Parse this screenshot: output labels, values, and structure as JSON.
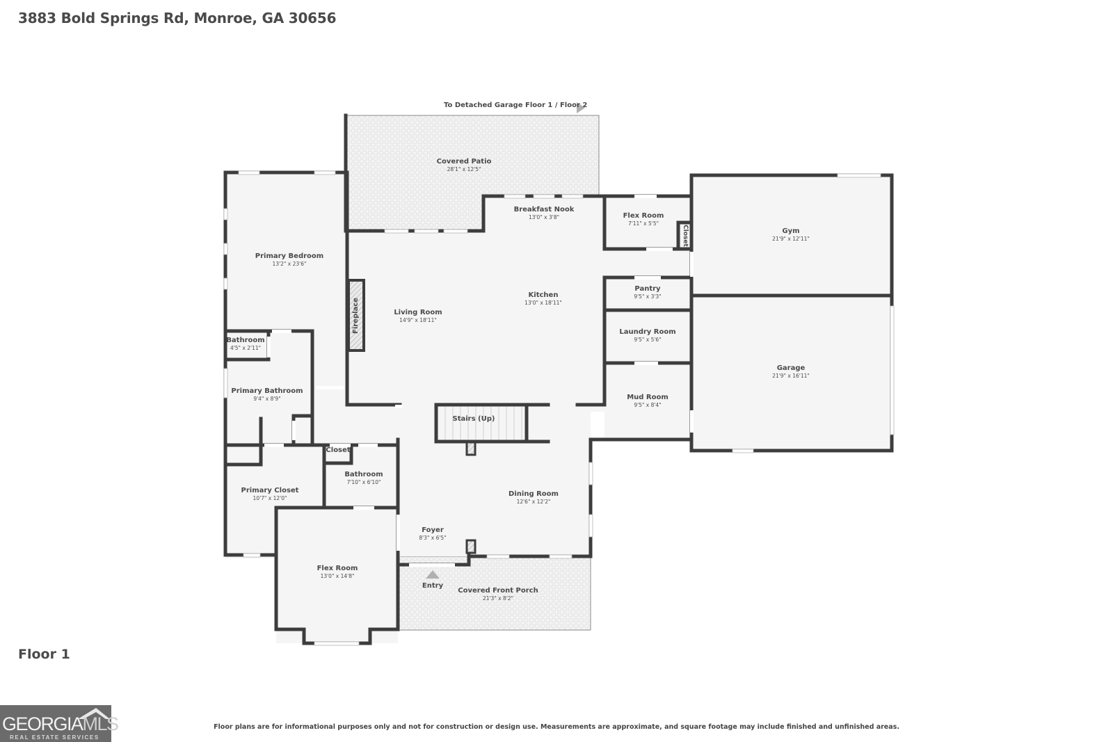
{
  "header": {
    "address": "3883 Bold Springs Rd, Monroe, GA 30656"
  },
  "floor": {
    "label": "Floor 1"
  },
  "link": {
    "garage": "To Detached Garage Floor 1 / Floor 2"
  },
  "footer": {
    "disclaimer": "Floor plans are for informational purposes only and not for construction or design use. Measurements are approximate, and square footage may include finished and unfinished areas.",
    "logo_main": "GEORGIA",
    "logo_accent": "MLS",
    "logo_sub": "REAL ESTATE SERVICES"
  },
  "rooms": {
    "covered_patio": {
      "name": "Covered Patio",
      "dim": "28'1\" x 12'5\""
    },
    "breakfast_nook": {
      "name": "Breakfast Nook",
      "dim": "13'0\" x 3'8\""
    },
    "flex_room_small": {
      "name": "Flex Room",
      "dim": "7'11\" x 5'5\""
    },
    "closet_small": {
      "name": "Closet"
    },
    "gym": {
      "name": "Gym",
      "dim": "21'9\" x 12'11\""
    },
    "primary_bedroom": {
      "name": "Primary Bedroom",
      "dim": "13'2\" x 23'6\""
    },
    "fireplace": {
      "name": "Fireplace"
    },
    "living_room": {
      "name": "Living Room",
      "dim": "14'9\" x 18'11\""
    },
    "kitchen": {
      "name": "Kitchen",
      "dim": "13'0\" x 18'11\""
    },
    "pantry": {
      "name": "Pantry",
      "dim": "9'5\" x 3'3\""
    },
    "laundry_room": {
      "name": "Laundry Room",
      "dim": "9'5\" x 5'6\""
    },
    "garage": {
      "name": "Garage",
      "dim": "21'9\" x 16'11\""
    },
    "bathroom_small": {
      "name": "Bathroom",
      "dim": "4'5\" x 2'11\""
    },
    "primary_bathroom": {
      "name": "Primary Bathroom",
      "dim": "9'4\" x 8'9\""
    },
    "mud_room": {
      "name": "Mud Room",
      "dim": "9'5\" x 8'4\""
    },
    "stairs": {
      "name": "Stairs (Up)"
    },
    "closet_hall": {
      "name": "Closet"
    },
    "bathroom": {
      "name": "Bathroom",
      "dim": "7'10\" x 6'10\""
    },
    "primary_closet": {
      "name": "Primary Closet",
      "dim": "10'7\" x 12'0\""
    },
    "dining_room": {
      "name": "Dining Room",
      "dim": "12'6\" x 12'2\""
    },
    "foyer": {
      "name": "Foyer",
      "dim": "8'3\" x 6'5\""
    },
    "flex_room": {
      "name": "Flex Room",
      "dim": "13'0\" x 14'8\""
    },
    "entry": {
      "name": "Entry"
    },
    "covered_front_porch": {
      "name": "Covered Front Porch",
      "dim": "21'3\" x 8'2\""
    }
  },
  "colors": {
    "wall": "#3d3d3d",
    "floor": "#f5f5f5",
    "outdoor": "#f0f0f0",
    "text": "#4a4a4a",
    "arrow": "#b0b0b0"
  }
}
